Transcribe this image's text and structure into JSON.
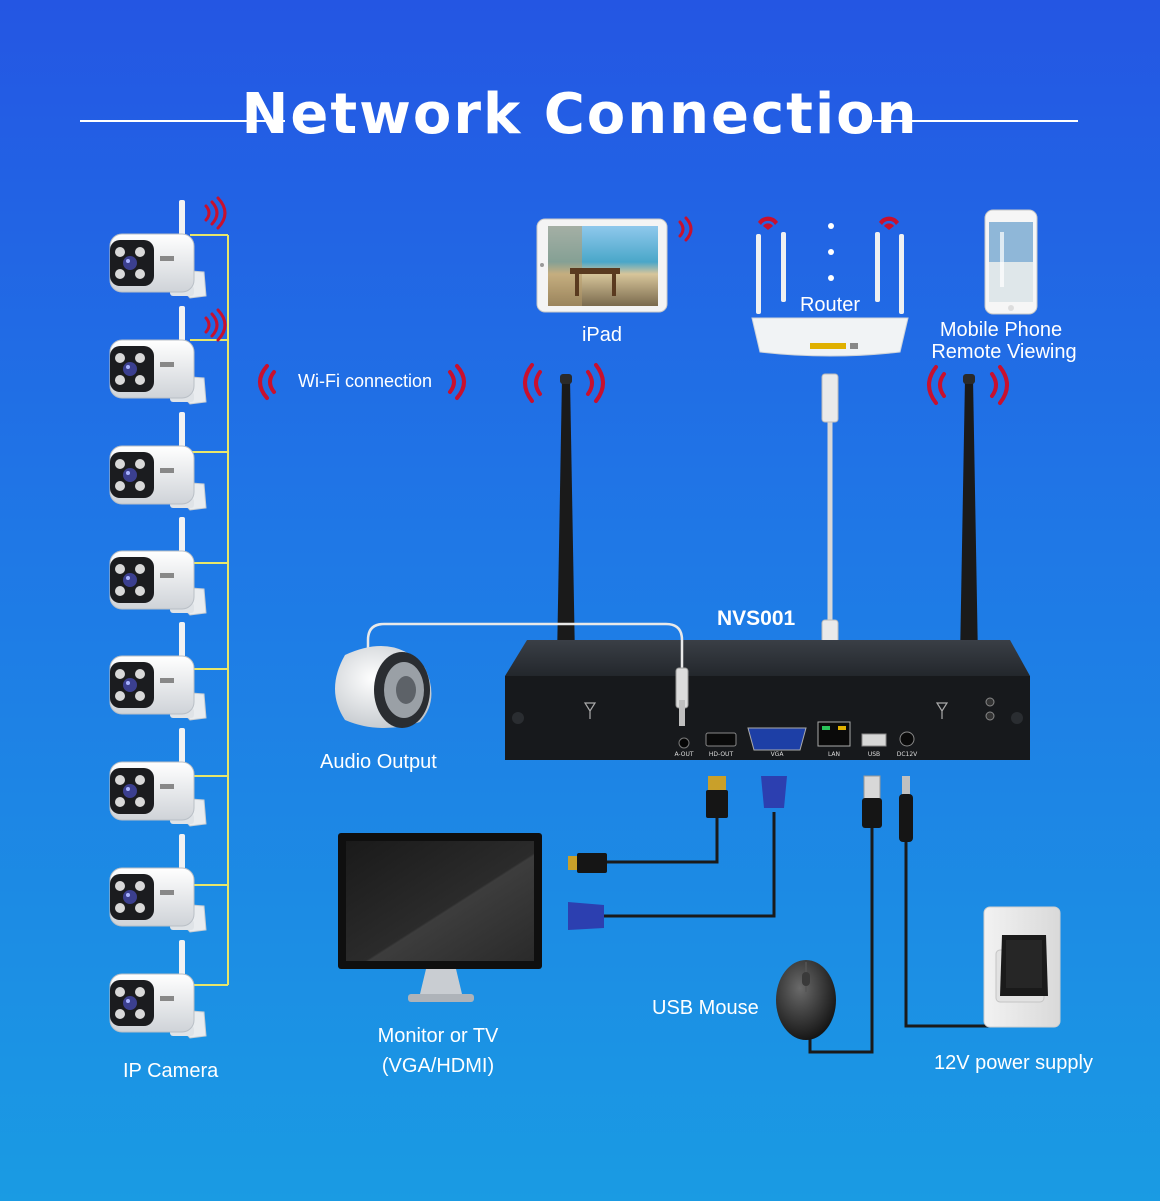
{
  "title": "Network Connection",
  "labels": {
    "wifi": "Wi-Fi connection",
    "ipad": "iPad",
    "router": "Router",
    "mobile_line1": "Mobile Phone",
    "mobile_line2": "Remote Viewing",
    "nvr_model": "NVS001",
    "audio": "Audio Output",
    "monitor_line1": "Monitor or TV",
    "monitor_line2": "(VGA/HDMI)",
    "mouse": "USB Mouse",
    "power": "12V power supply",
    "camera": "IP Camera"
  },
  "ports": [
    "A-OUT",
    "HD-OUT",
    "VGA",
    "LAN",
    "USB",
    "DC12V"
  ],
  "camera_count": 8,
  "colors": {
    "signal": "#c8102e",
    "camera_bracket": "#e8e66a",
    "cable": "#1a1a1a",
    "router_cable": "#d8d8d8"
  }
}
